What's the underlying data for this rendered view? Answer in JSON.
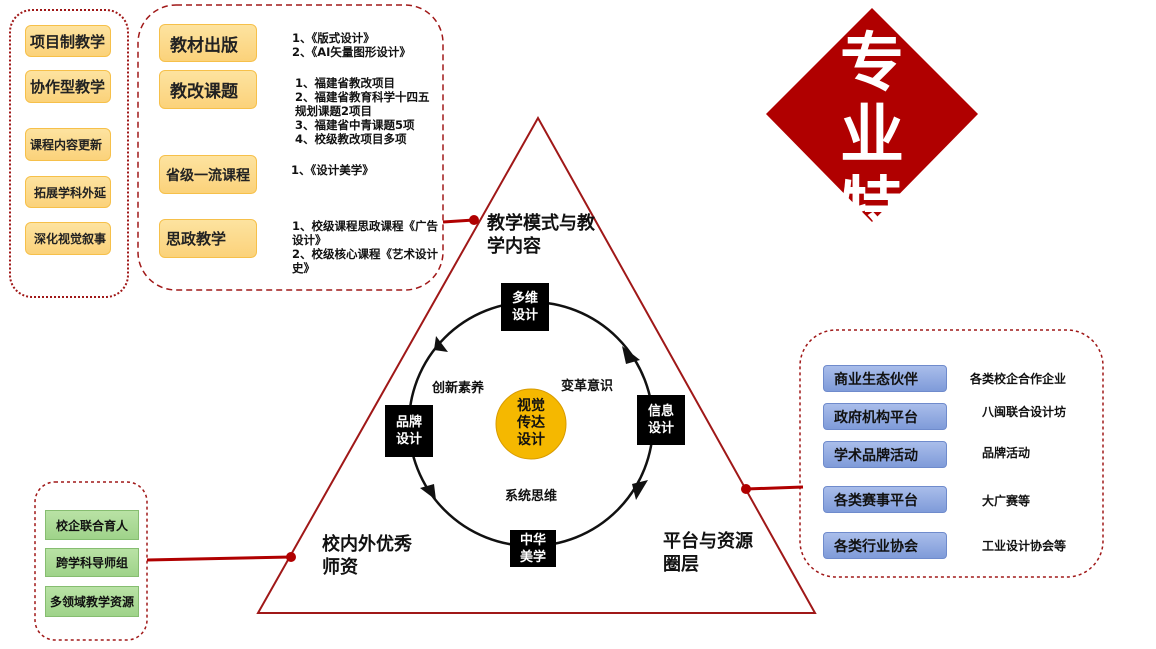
{
  "teaching_methods": [
    "项目制教学",
    "协作型教学",
    "课程内容更新",
    "拓展学科外延",
    "深化视觉叙事"
  ],
  "achievements": [
    {
      "label": "教材出版",
      "notes": [
        "1、《版式设计》",
        "2、《AI矢量图形设计》"
      ]
    },
    {
      "label": "教改课题",
      "notes": [
        "1、福建省教改项目",
        "2、福建省教育科学十四五规划课题2项目",
        "3、福建省中青课题5项",
        "4、校级教改项目多项"
      ]
    },
    {
      "label": "省级一流课程",
      "notes": [
        "1、《设计美学》"
      ]
    },
    {
      "label": "思政教学",
      "notes": [
        "1、校级课程思政课程《广告设计》",
        "2、校级核心课程《艺术设计史》"
      ]
    }
  ],
  "feature_title": [
    "专业",
    "特色"
  ],
  "triangle": {
    "top": "教学模式与教学内容",
    "left": "校内外优秀师资",
    "right": "平台与资源圈层"
  },
  "cycle": {
    "center": "视觉传达设计",
    "nodes": {
      "top": "多维设计",
      "right": "信息设计",
      "bottom": "中华美学",
      "left": "品牌设计"
    },
    "labels": {
      "innovation": "创新素养",
      "reform": "变革意识",
      "systems": "系统思维"
    }
  },
  "faculty": [
    "校企联合育人",
    "跨学科导师组",
    "多领域教学资源"
  ],
  "platforms": [
    {
      "label": "商业生态伙伴",
      "note": "各类校企合作企业"
    },
    {
      "label": "政府机构平台",
      "note": "八闽联合设计坊"
    },
    {
      "label": "学术品牌活动",
      "note": "品牌活动"
    },
    {
      "label": "各类赛事平台",
      "note": "大广赛等"
    },
    {
      "label": "各类行业协会",
      "note": "工业设计协会等"
    }
  ],
  "colors": {
    "accent": "#b00000",
    "yellow": "#f5b800"
  }
}
